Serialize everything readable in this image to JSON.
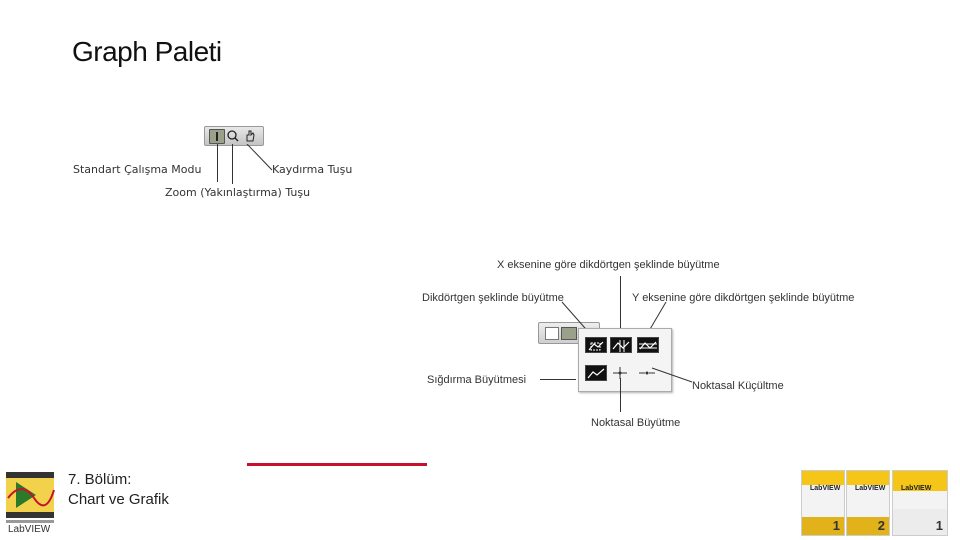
{
  "slide": {
    "title": "Graph Paleti",
    "labels": {
      "standard_mode": "Standart Çalışma Modu",
      "scroll_button": "Kaydırma Tuşu",
      "zoom_button": "Zoom (Yakınlaştırma) Tuşu",
      "x_zoom": "X eksenine göre dikdörtgen şeklinde büyütme",
      "rect_zoom": "Dikdörtgen şeklinde büyütme",
      "y_zoom": "Y eksenine göre dikdörtgen şeklinde büyütme",
      "zoom_to_fit": "Sığdırma Büyütmesi",
      "zoom_out_point": "Noktasal Küçültme",
      "zoom_in_point": "Noktasal Büyütme"
    }
  },
  "footer": {
    "chapter_line1": "7. Bölüm:",
    "chapter_line2": "Chart ve Grafik",
    "logo_text": "LabVIEW",
    "books": [
      {
        "brand": "LabVIEW",
        "number": "1"
      },
      {
        "brand": "LabVIEW",
        "number": "2"
      },
      {
        "brand": "LabVIEW",
        "number": "1"
      }
    ]
  },
  "colors": {
    "accent_red": "#c8102e",
    "book_yellow": "#f5c518"
  }
}
